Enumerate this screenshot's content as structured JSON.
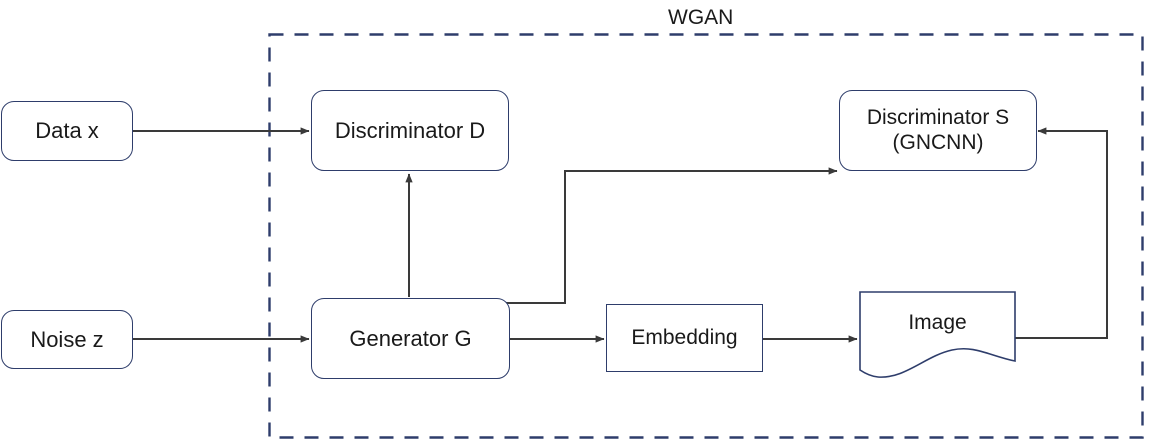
{
  "diagram": {
    "title": "WGAN",
    "group": {
      "label": "WGAN",
      "style": "dashed",
      "color": "#2e3d6b"
    },
    "palette": {
      "box_border": "#2e3d6b",
      "connector": "#3a3a3a",
      "text": "#1a1a1a",
      "background": "#ffffff"
    },
    "nodes": [
      {
        "id": "data-x",
        "label": "Data x",
        "shape": "rounded-rect"
      },
      {
        "id": "noise-z",
        "label": "Noise z",
        "shape": "rounded-rect"
      },
      {
        "id": "discriminator-d",
        "label": "Discriminator D",
        "shape": "rounded-rect"
      },
      {
        "id": "generator-g",
        "label": "Generator G",
        "shape": "rounded-rect"
      },
      {
        "id": "discriminator-s",
        "label": "Discriminator S\n(GNCNN)",
        "shape": "rounded-rect"
      },
      {
        "id": "embedding",
        "label": "Embedding",
        "shape": "rect"
      },
      {
        "id": "image",
        "label": "Image",
        "shape": "document"
      }
    ],
    "edges": [
      {
        "from": "data-x",
        "to": "discriminator-d",
        "arrow": "end"
      },
      {
        "from": "noise-z",
        "to": "generator-g",
        "arrow": "end"
      },
      {
        "from": "generator-g",
        "to": "discriminator-d",
        "arrow": "end"
      },
      {
        "from": "generator-g",
        "to": "discriminator-s",
        "arrow": "end"
      },
      {
        "from": "generator-g",
        "to": "embedding",
        "arrow": "end"
      },
      {
        "from": "embedding",
        "to": "image",
        "arrow": "end"
      },
      {
        "from": "image",
        "to": "discriminator-s",
        "arrow": "end"
      }
    ]
  }
}
